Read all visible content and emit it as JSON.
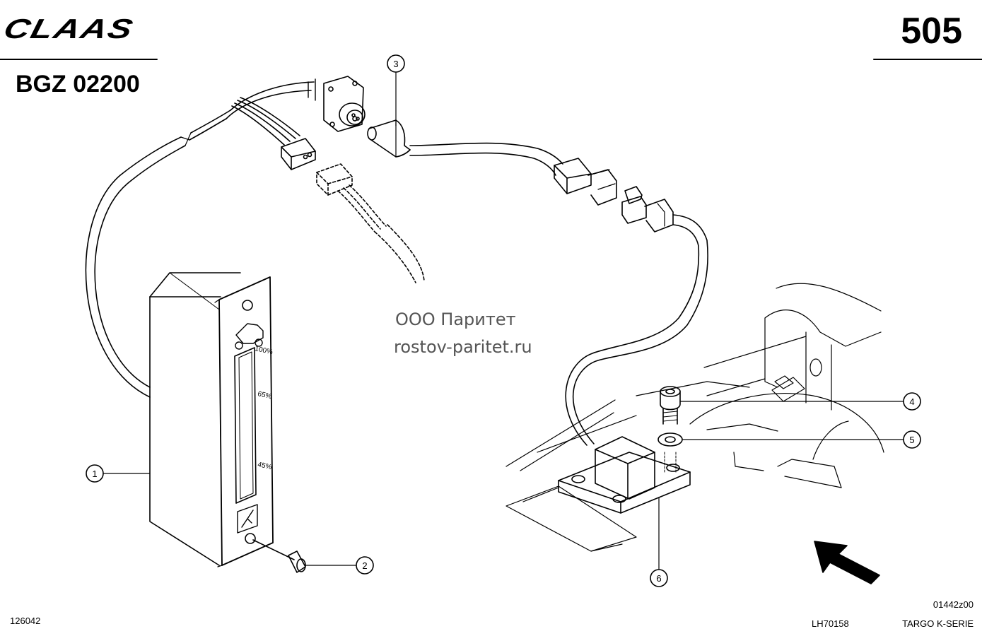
{
  "header": {
    "brand": "CLAAS",
    "page_number": "505",
    "group_code": "BGZ 02200"
  },
  "watermark": {
    "line1": "ООО Паритет",
    "line2": "rostov-paritet.ru"
  },
  "gauge": {
    "label_100": "100%",
    "label_65": "65%",
    "label_45": "45%"
  },
  "callouts": [
    "1",
    "2",
    "3",
    "4",
    "5",
    "6"
  ],
  "footer": {
    "left_code": "126042",
    "middle_code": "LH70158",
    "right_code_top": "01442z00",
    "right_code_bottom": "TARGO K-SERIE"
  }
}
